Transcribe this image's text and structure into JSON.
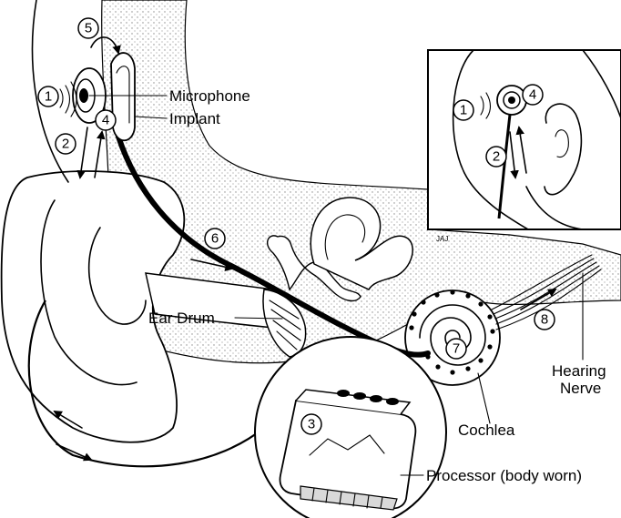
{
  "labels": {
    "microphone": "Microphone",
    "implant": "Implant",
    "ear_drum": "Ear Drum",
    "cochlea": "Cochlea",
    "hearing_nerve_line1": "Hearing",
    "hearing_nerve_line2": "Nerve",
    "processor": "Processor (body worn)",
    "artist_mark": "JAJ"
  },
  "steps": [
    "1",
    "2",
    "3",
    "4",
    "5",
    "6",
    "7",
    "8"
  ],
  "colors": {
    "ink": "#000000",
    "paper": "#ffffff",
    "stipple": "#9a9a9a"
  }
}
